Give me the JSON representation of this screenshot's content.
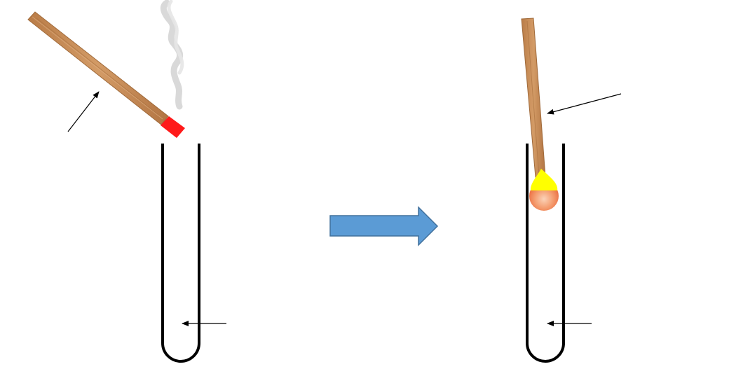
{
  "diagram": {
    "panels": [
      {
        "id": "before",
        "splint_state": "glowing",
        "has_smoke": true,
        "label_arrows": 2
      },
      {
        "id": "after",
        "splint_state": "relit",
        "has_smoke": false,
        "label_arrows": 2
      }
    ],
    "transition": "arrow-right"
  },
  "colors": {
    "wood": "#c98f5a",
    "wood_grain": "#a8703e",
    "ember": "#ff1a1a",
    "smoke": "#d9d9d9",
    "tube_outline": "#000000",
    "process_arrow": "#5b9bd5",
    "process_arrow_border": "#41719c",
    "flame_tip": "#ffff00",
    "flame_base": "#f08a5d",
    "pointer": "#000000"
  }
}
